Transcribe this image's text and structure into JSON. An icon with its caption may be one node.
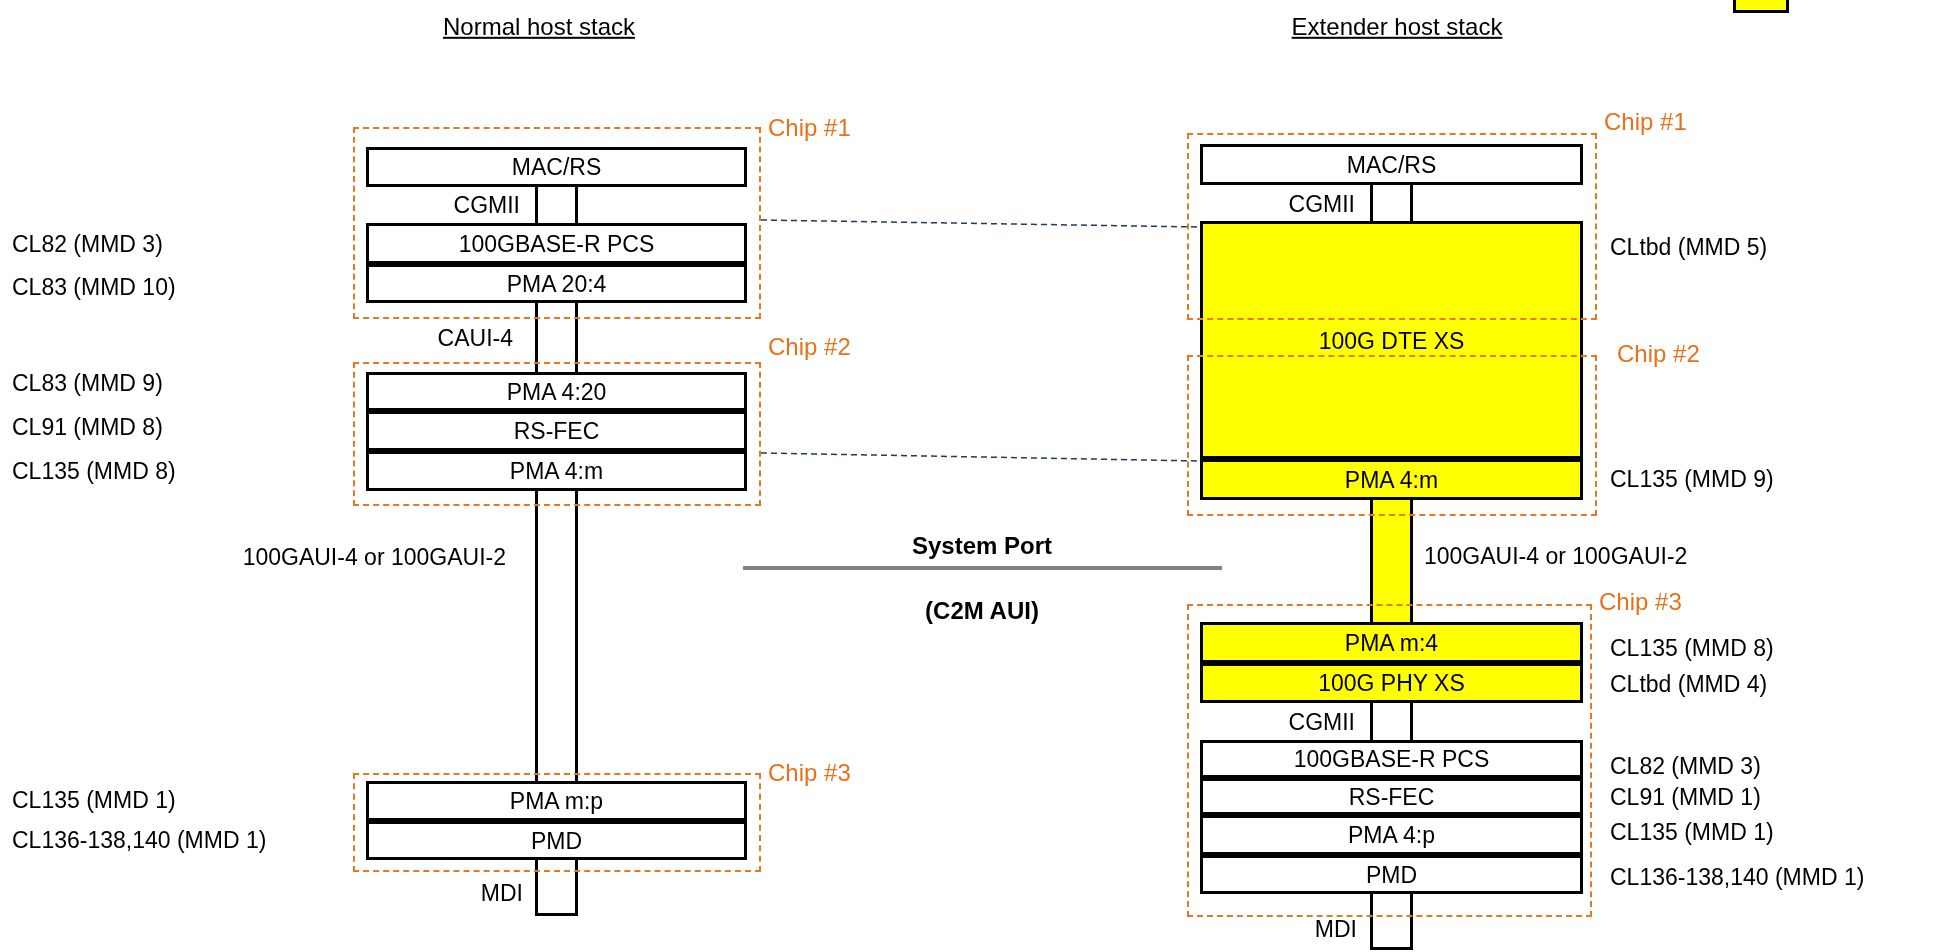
{
  "diagram": {
    "nodes": [
      {
        "text": [
          "Chip #1"
        ]
      },
      {
        "text": [
          "MAC/RS"
        ],
        "in": 0
      },
      {
        "text": [
          "100GBASE-R PCS"
        ],
        "in": 0
      },
      {
        "text": [
          "PMA 20:4"
        ],
        "in": 0
      },
      {
        "text": [
          "Chip #2"
        ]
      },
      {
        "text": [
          "PMA 4:20"
        ],
        "in": 4
      },
      {
        "text": [
          "RS-FEC"
        ],
        "in": 4
      },
      {
        "text": [
          "PMA 4:m"
        ],
        "in": 4
      },
      {
        "text": [
          "Chip #3"
        ]
      },
      {
        "text": [
          "PMA m:p"
        ],
        "in": 8
      },
      {
        "text": [
          "PMD"
        ],
        "in": 8
      },
      {
        "text": [
          "Chip #1"
        ]
      },
      {
        "text": [
          "MAC/RS"
        ],
        "in": 11
      },
      {
        "text": [
          "100G DTE XS"
        ],
        "beside": [
          "CLtbd (MMD 5)"
        ]
      },
      {
        "text": [
          "Chip #2"
        ]
      },
      {
        "text": [
          "PMA 4:m"
        ],
        "in": 14,
        "beside": [
          "CL135 (MMD 9)"
        ]
      },
      {
        "text": [
          "Chip #3"
        ]
      },
      {
        "text": [
          "PMA m:4"
        ],
        "in": 16,
        "beside": [
          "CL135 (MMD 8)"
        ]
      },
      {
        "text": [
          "100G PHY XS"
        ],
        "in": 16,
        "beside": [
          "CLtbd (MMD 4)"
        ]
      },
      {
        "text": [
          "100GBASE-R PCS"
        ],
        "in": 16,
        "beside": [
          "CL82 (MMD 3)"
        ]
      },
      {
        "text": [
          "RS-FEC"
        ],
        "in": 16,
        "beside": [
          "CL91 (MMD 1)"
        ]
      },
      {
        "text": [
          "PMA 4:p"
        ],
        "in": 16,
        "beside": [
          "CL135 (MMD 1)"
        ]
      },
      {
        "text": [
          "PMD"
        ],
        "in": 16,
        "beside": [
          "CL136-138,140 (MMD 1)"
        ]
      }
    ],
    "edges": [
      {
        "from": 1,
        "to": 2,
        "arrow": "none",
        "label": "CGMII"
      },
      {
        "from": 3,
        "to": 5,
        "arrow": "none",
        "label": "CAUI-4"
      },
      {
        "from": 7,
        "to": 9,
        "arrow": "none",
        "label": "100GAUI-4 or 100GAUI-2"
      },
      {
        "from": 10,
        "to": null,
        "arrow": "none",
        "label": "MDI"
      },
      {
        "from": 12,
        "to": 13,
        "arrow": "none",
        "label": "CGMII"
      },
      {
        "from": 15,
        "to": 17,
        "arrow": "none",
        "label": "100GAUI-4 or 100GAUI-2",
        "color": "#ffff00"
      },
      {
        "from": 18,
        "to": 19,
        "arrow": "none",
        "label": "CGMII"
      },
      {
        "from": 22,
        "to": null,
        "arrow": "none",
        "label": "MDI"
      },
      {
        "from": 0,
        "to": 13,
        "arrow": "none",
        "style": "dashed",
        "color": "#1f3a5f"
      },
      {
        "from": 4,
        "to": 15,
        "arrow": "none",
        "style": "dashed",
        "color": "#1f3a5f"
      }
    ],
    "labels": [
      "Normal host stack",
      "Extender host stack",
      "CL82 (MMD 3)",
      "CL83 (MMD 10)",
      "CL83 (MMD 9)",
      "CL91 (MMD 8)",
      "CL135 (MMD 8)",
      "System Port",
      "(C2M AUI)",
      "CL135 (MMD 1)",
      "CL136-138,140 (MMD 1)"
    ]
  }
}
